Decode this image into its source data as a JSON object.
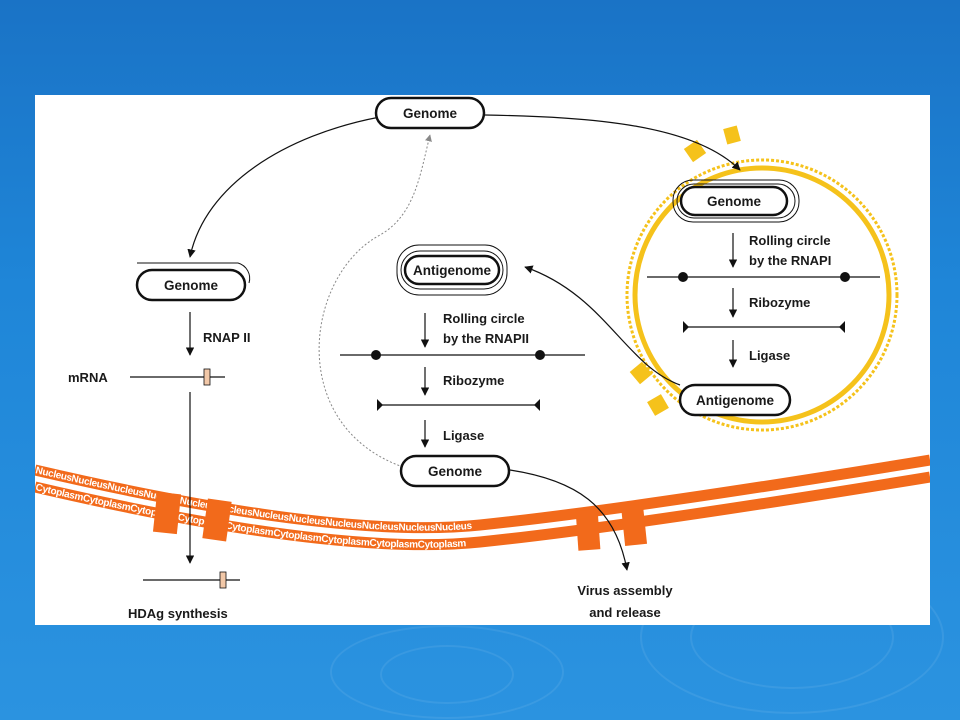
{
  "diagram": {
    "nodes": {
      "genome_top": "Genome",
      "genome_left": "Genome",
      "genome_right": "Genome",
      "antigenome_mid": "Antigenome",
      "antigenome_right": "Antigenome",
      "genome_bottom": "Genome"
    },
    "labels": {
      "rnap2": "RNAP II",
      "mrna": "mRNA",
      "hdag": "HDAg synthesis",
      "rolling_rnap2_l1": "Rolling circle",
      "rolling_rnap2_l2": "by the RNAPII",
      "ribozyme_mid": "Ribozyme",
      "ligase_mid": "Ligase",
      "rolling_rnap1_l1": "Rolling circle",
      "rolling_rnap1_l2": "by the RNAPI",
      "ribozyme_right": "Ribozyme",
      "ligase_right": "Ligase",
      "virus_l1": "Virus assembly",
      "virus_l2": "and release"
    },
    "membrane": {
      "nucleus_text": "NucleusNucleusNucleusNucleusNucleusNucleusNucleusNucleusNucleusNucleusNucleusNucleus",
      "cytoplasm_text": "CytoplasmCytoplasmCytoplasmCytoplasmCytoplasmCytoplasmCytoplasmCytoplasmCytoplasm",
      "nuclear_color": "#f26a1b",
      "nucleolus_color": "#f5c21b"
    }
  }
}
